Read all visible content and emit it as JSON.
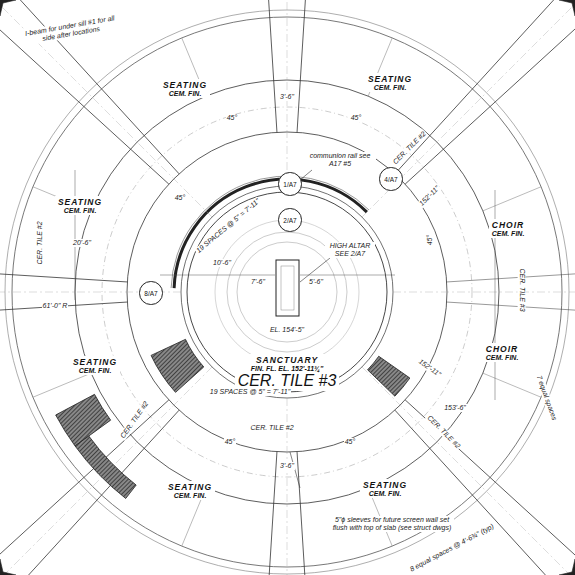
{
  "diagram": {
    "nodes": [
      {
        "text": [
          "SEATING",
          "CEM. FIN."
        ]
      },
      {
        "text": [
          "SEATING",
          "CEM. FIN."
        ]
      },
      {
        "text": [
          "SEATING",
          "CEM. FIN."
        ]
      },
      {
        "text": [
          "CHOIR",
          "CEM. FIN."
        ]
      },
      {
        "text": [
          "SANCTUARY",
          "FIN. FL. EL. 152'-11¾\"",
          "CER. TILE #3"
        ]
      },
      {
        "text": [
          "CHOIR",
          "CEM. FIN."
        ]
      },
      {
        "text": [
          "SEATING",
          "CEM. FIN."
        ]
      },
      {
        "text": [
          "SEATING",
          "CEM. FIN."
        ]
      },
      {
        "text": [
          "SEATING",
          "CEM. FIN."
        ]
      },
      {
        "text": [
          "1/A7"
        ]
      },
      {
        "text": [
          "2/A7"
        ]
      },
      {
        "text": [
          "8/A7"
        ]
      },
      {
        "text": [
          "4/A7"
        ]
      }
    ],
    "labels": [
      "I-beam for under sill #1 for all side after locations",
      "45°",
      "45°",
      "45°",
      "45°",
      "45°",
      "45°",
      "CER. TILE #2",
      "20'-6\"",
      "61'-0\" R",
      "3'-6\"",
      "3'-6\"",
      "10'-6\"",
      "7'-6\"",
      "5'-6\"",
      "19 SPACES @ 5\" = 7'-11\"",
      "19 SPACES @ 5\" = 7'-11\"",
      "communion rail see A17 #5",
      "HIGH ALTAR SEE 2/A7",
      "EL. 154'-5\"",
      "CER. TILE #2",
      "152'-11\"",
      "CER. TILE #3",
      "152'-11\"",
      "CER. TILE #2",
      "153'-6\"",
      "CER. TILE #2",
      "CER. TILE #2",
      "5\"ϕ sleeves for future screen wall set flush with top of slab (see struct dwgs)",
      "8 equal spaces @ 4'-6¾\" (typ)",
      "7 equal spaces"
    ]
  }
}
